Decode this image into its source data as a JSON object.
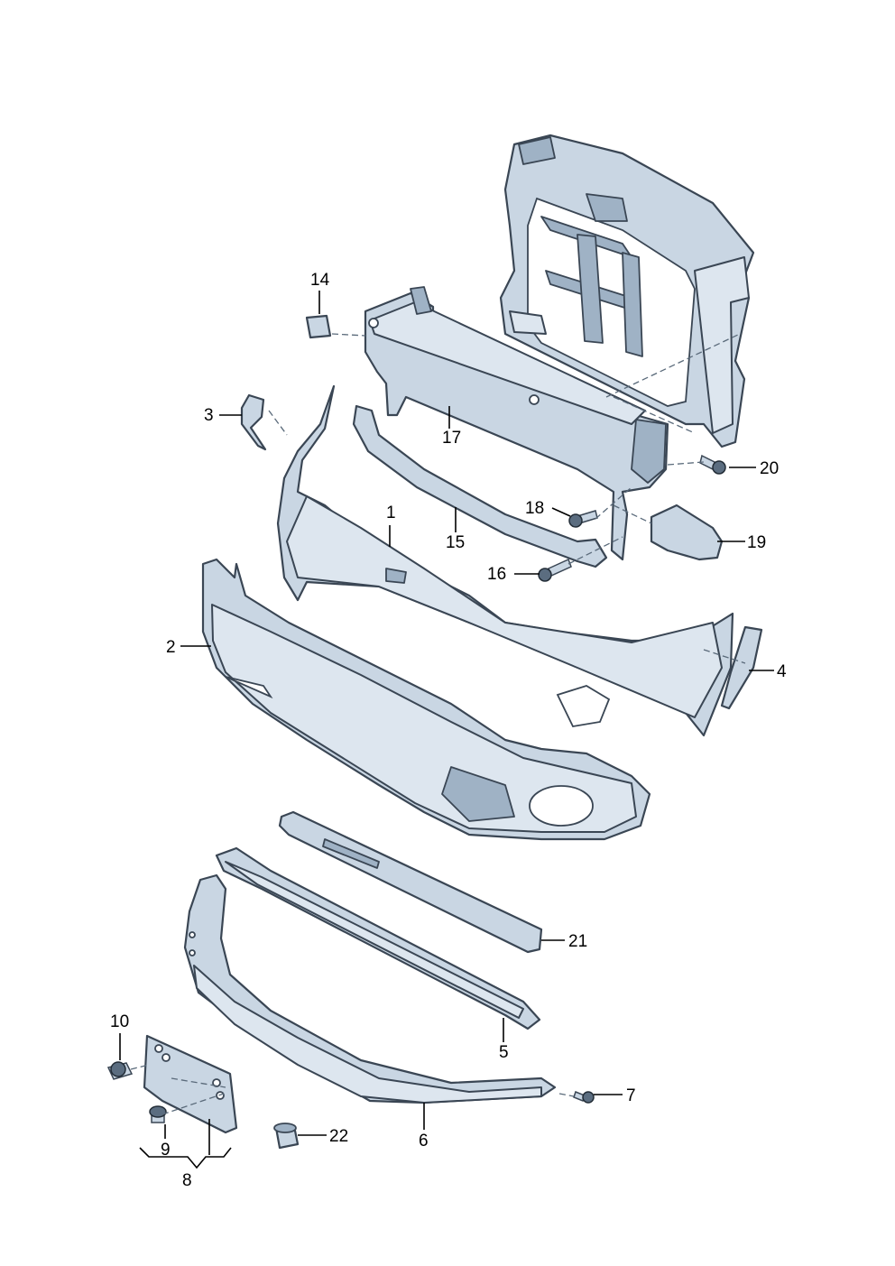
{
  "callouts": [
    {
      "id": "c1",
      "label": "1"
    },
    {
      "id": "c2",
      "label": "2"
    },
    {
      "id": "c3",
      "label": "3"
    },
    {
      "id": "c4",
      "label": "4"
    },
    {
      "id": "c5",
      "label": "5"
    },
    {
      "id": "c6",
      "label": "6"
    },
    {
      "id": "c7",
      "label": "7"
    },
    {
      "id": "c8",
      "label": "8"
    },
    {
      "id": "c9",
      "label": "9"
    },
    {
      "id": "c10",
      "label": "10"
    },
    {
      "id": "c14",
      "label": "14"
    },
    {
      "id": "c15",
      "label": "15"
    },
    {
      "id": "c16",
      "label": "16"
    },
    {
      "id": "c17",
      "label": "17"
    },
    {
      "id": "c18",
      "label": "18"
    },
    {
      "id": "c19",
      "label": "19"
    },
    {
      "id": "c20",
      "label": "20"
    },
    {
      "id": "c21",
      "label": "21"
    },
    {
      "id": "c22",
      "label": "22"
    }
  ],
  "colors": {
    "part_fill": "#c9d6e3",
    "part_outline": "#3a4654",
    "leader_line": "#000000",
    "background": "#ffffff"
  }
}
